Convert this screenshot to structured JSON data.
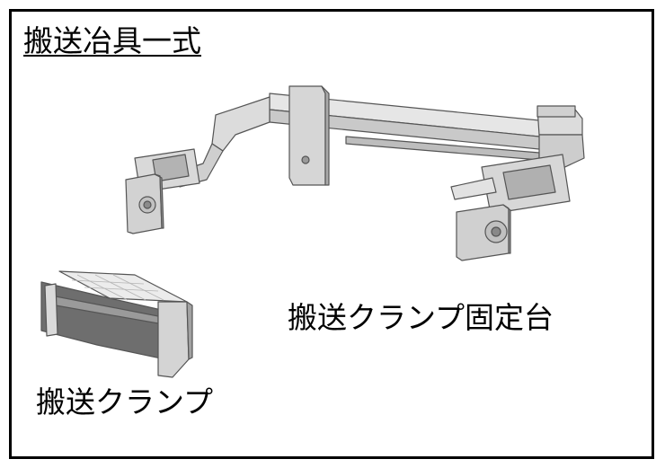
{
  "title": "搬送冶具一式",
  "labels": {
    "fixture_base": "搬送クランプ固定台",
    "clamp": "搬送クランプ"
  },
  "colors": {
    "border": "#000000",
    "part_light": "#e4e4e4",
    "part_mid": "#c8c8c8",
    "part_dark": "#8a8a8a",
    "outline": "#555555"
  }
}
